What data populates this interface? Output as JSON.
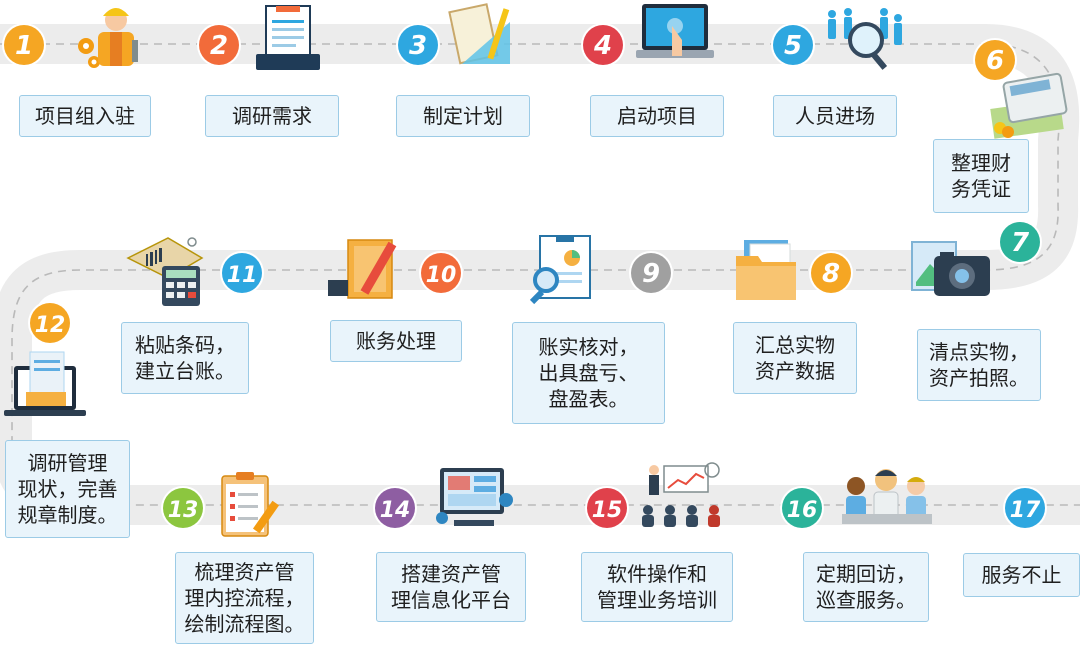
{
  "colors": {
    "track": "#ececec",
    "dash": "#b9b9b9",
    "box_bg": "#e9f4fb",
    "box_border": "#9ccbe6",
    "orange": "#f5a623",
    "red_orange": "#f26b3a",
    "blue": "#2ea7e0",
    "teal": "#2bb39a",
    "gray": "#a0a0a0",
    "green": "#8cc63f",
    "purple": "#8e5ea2",
    "crimson": "#e0414b"
  },
  "steps": [
    {
      "num": "1",
      "label": "项目组入驻",
      "icon": "worker-icon",
      "color": "#f5a623"
    },
    {
      "num": "2",
      "label": "调研需求",
      "icon": "clipboard-icon",
      "color": "#f26b3a"
    },
    {
      "num": "3",
      "label": "制定计划",
      "icon": "planning-tools-icon",
      "color": "#2ea7e0"
    },
    {
      "num": "4",
      "label": "启动项目",
      "icon": "touch-laptop-icon",
      "color": "#e0414b"
    },
    {
      "num": "5",
      "label": "人员进场",
      "icon": "people-search-icon",
      "color": "#2ea7e0"
    },
    {
      "num": "6",
      "label": "整理财\n务凭证",
      "icon": "calculator-cash-icon",
      "color": "#f5a623"
    },
    {
      "num": "7",
      "label": "清点实物，\n资产拍照。",
      "icon": "camera-photo-icon",
      "color": "#2bb39a"
    },
    {
      "num": "8",
      "label": "汇总实物\n资产数据",
      "icon": "folder-icon",
      "color": "#f5a623"
    },
    {
      "num": "9",
      "label": "账实核对，\n出具盘亏、\n盘盈表。",
      "icon": "report-magnifier-icon",
      "color": "#a0a0a0"
    },
    {
      "num": "10",
      "label": "账务处理",
      "icon": "folder-pencil-icon",
      "color": "#f26b3a"
    },
    {
      "num": "11",
      "label": "粘贴条码，\n建立台账。",
      "icon": "barcode-calculator-icon",
      "color": "#2ea7e0"
    },
    {
      "num": "12",
      "label": "调研管理\n现状，完善\n规章制度。",
      "icon": "laptop-document-icon",
      "color": "#f5a623"
    },
    {
      "num": "13",
      "label": "梳理资产管\n理内控流程，\n绘制流程图。",
      "icon": "checklist-pencil-icon",
      "color": "#8cc63f"
    },
    {
      "num": "14",
      "label": "搭建资产管\n理信息化平台",
      "icon": "platform-screen-icon",
      "color": "#8e5ea2"
    },
    {
      "num": "15",
      "label": "软件操作和\n管理业务培训",
      "icon": "training-class-icon",
      "color": "#e0414b"
    },
    {
      "num": "16",
      "label": "定期回访，\n巡查服务。",
      "icon": "service-team-icon",
      "color": "#2bb39a"
    },
    {
      "num": "17",
      "label": "服务不止",
      "icon": "none",
      "color": "#2ea7e0"
    }
  ]
}
